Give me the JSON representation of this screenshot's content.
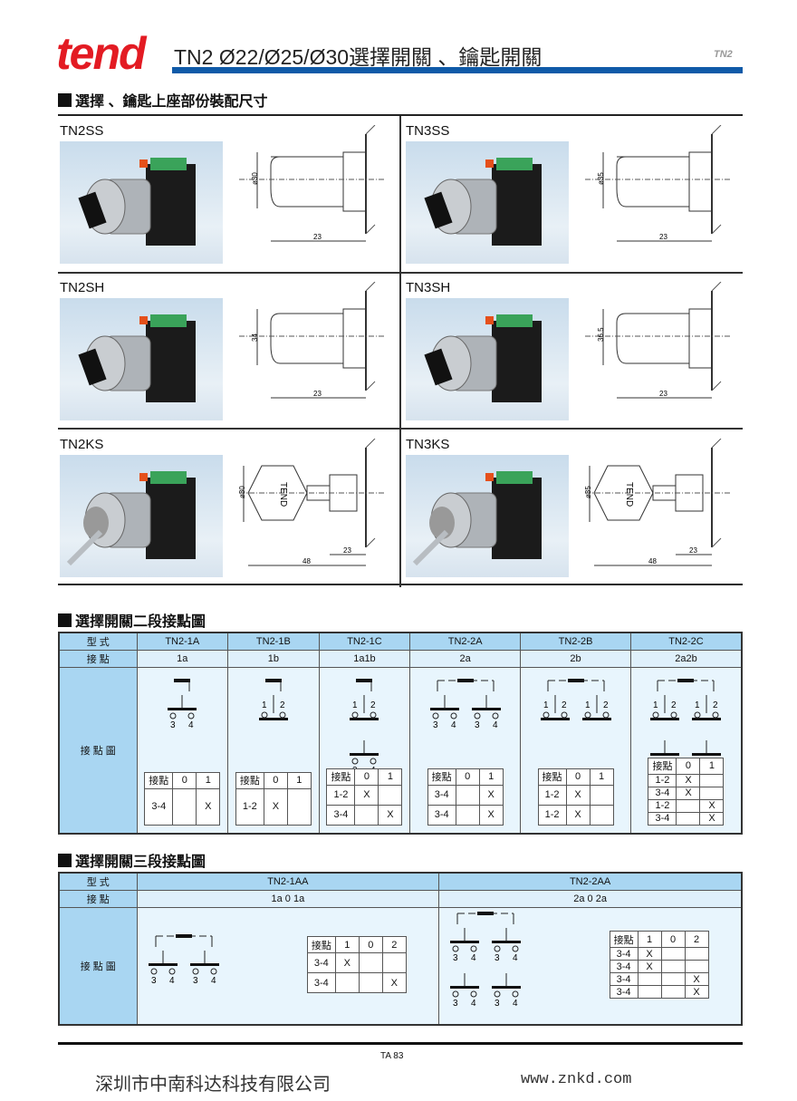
{
  "header": {
    "logo": "tend",
    "title": "TN2 Ø22/Ø25/Ø30選擇開關 、鑰匙開關",
    "tag": "TN2"
  },
  "section1": {
    "title": "選擇 、鑰匙上座部份裝配尺寸"
  },
  "products": [
    {
      "label": "TN2SS",
      "type": "ss",
      "dims": [
        "ø30",
        "23"
      ]
    },
    {
      "label": "TN3SS",
      "type": "ss",
      "dims": [
        "ø35",
        "23"
      ]
    },
    {
      "label": "TN2SH",
      "type": "sh",
      "dims": [
        "34",
        "23"
      ]
    },
    {
      "label": "TN3SH",
      "type": "sh",
      "dims": [
        "36.5",
        "23"
      ]
    },
    {
      "label": "TN2KS",
      "type": "ks",
      "dims": [
        "ø30",
        "23",
        "48"
      ],
      "key_text": "TEND"
    },
    {
      "label": "TN3KS",
      "type": "ks",
      "dims": [
        "ø35",
        "23",
        "48"
      ],
      "key_text": "TEND"
    }
  ],
  "section2": {
    "title": "選擇開關二段接點圖",
    "row_labels": [
      "型 式",
      "接 點",
      "接 點 圖"
    ],
    "columns": [
      {
        "model": "TN2-1A",
        "contact": "1a",
        "diagram": [
          [
            "a"
          ]
        ],
        "table": {
          "head": [
            "接點",
            "0",
            "1"
          ],
          "rows": [
            [
              "3-4",
              "",
              "X"
            ]
          ]
        }
      },
      {
        "model": "TN2-1B",
        "contact": "1b",
        "diagram": [
          [
            "b"
          ]
        ],
        "table": {
          "head": [
            "接點",
            "0",
            "1"
          ],
          "rows": [
            [
              "1-2",
              "X",
              ""
            ]
          ]
        }
      },
      {
        "model": "TN2-1C",
        "contact": "1a1b",
        "diagram": [
          [
            "b"
          ],
          [
            "a"
          ]
        ],
        "table": {
          "head": [
            "接點",
            "0",
            "1"
          ],
          "rows": [
            [
              "1-2",
              "X",
              ""
            ],
            [
              "3-4",
              "",
              "X"
            ]
          ]
        }
      },
      {
        "model": "TN2-2A",
        "contact": "2a",
        "diagram": [
          [
            "a",
            "a"
          ]
        ],
        "table": {
          "head": [
            "接點",
            "0",
            "1"
          ],
          "rows": [
            [
              "3-4",
              "",
              "X"
            ],
            [
              "3-4",
              "",
              "X"
            ]
          ]
        }
      },
      {
        "model": "TN2-2B",
        "contact": "2b",
        "diagram": [
          [
            "b",
            "b"
          ]
        ],
        "table": {
          "head": [
            "接點",
            "0",
            "1"
          ],
          "rows": [
            [
              "1-2",
              "X",
              ""
            ],
            [
              "1-2",
              "X",
              ""
            ]
          ]
        }
      },
      {
        "model": "TN2-2C",
        "contact": "2a2b",
        "diagram": [
          [
            "b",
            "b"
          ],
          [
            "a",
            "a"
          ]
        ],
        "table": {
          "head": [
            "接點",
            "0",
            "1"
          ],
          "rows": [
            [
              "1-2",
              "X",
              ""
            ],
            [
              "3-4",
              "X",
              ""
            ],
            [
              "1-2",
              "",
              "X"
            ],
            [
              "3-4",
              "",
              "X"
            ]
          ]
        }
      }
    ]
  },
  "section3": {
    "title": "選擇開關三段接點圖",
    "row_labels": [
      "型 式",
      "接 點",
      "接 點 圖"
    ],
    "columns": [
      {
        "model": "TN2-1AA",
        "contact": "1a 0 1a",
        "diagram": [
          [
            "a",
            "a"
          ]
        ],
        "table": {
          "head": [
            "接點",
            "1",
            "0",
            "2"
          ],
          "rows": [
            [
              "3-4",
              "X",
              "",
              ""
            ],
            [
              "3-4",
              "",
              "",
              "X"
            ]
          ]
        }
      },
      {
        "model": "TN2-2AA",
        "contact": "2a 0 2a",
        "diagram": [
          [
            "a",
            "a"
          ],
          [
            "a",
            "a"
          ]
        ],
        "table": {
          "head": [
            "接點",
            "1",
            "0",
            "2"
          ],
          "rows": [
            [
              "3-4",
              "X",
              "",
              ""
            ],
            [
              "3-4",
              "X",
              "",
              ""
            ],
            [
              "3-4",
              "",
              "",
              "X"
            ],
            [
              "3-4",
              "",
              "",
              "X"
            ]
          ]
        }
      }
    ]
  },
  "terminal_labels": {
    "a": [
      "3",
      "4"
    ],
    "b": [
      "1",
      "2"
    ]
  },
  "footer": {
    "page": "TA 83",
    "company": "深圳市中南科达科技有限公司",
    "website": "www.znkd.com"
  }
}
